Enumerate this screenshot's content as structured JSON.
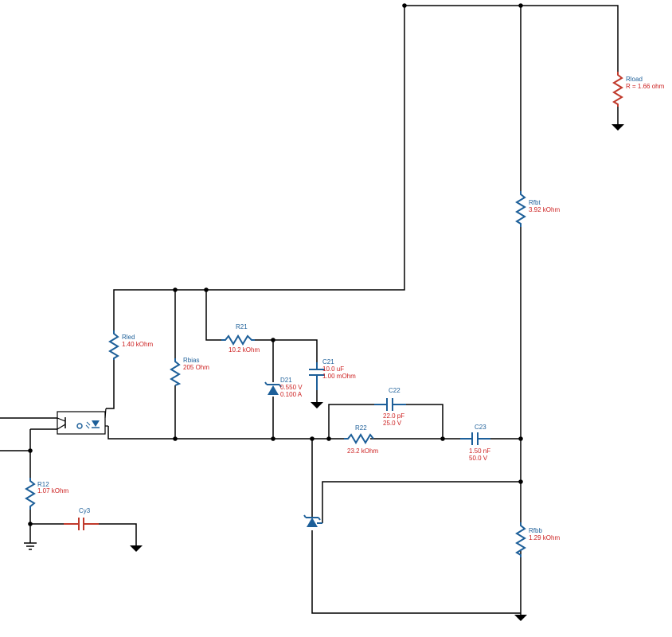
{
  "colors": {
    "wire": "#000000",
    "component": "#1d5f99",
    "highlight_component": "#c0392b",
    "value_text": "#cc1f1f"
  },
  "components": {
    "rload": {
      "name": "Rload",
      "value": "R = 1.66 ohm"
    },
    "rfbt": {
      "name": "Rfbt",
      "value": "3.92 kOhm"
    },
    "rfbb": {
      "name": "Rfbb",
      "value": "1.29 kOhm"
    },
    "rled": {
      "name": "Rled",
      "value": "1.40 kOhm"
    },
    "rbias": {
      "name": "Rbias",
      "value": "205 Ohm"
    },
    "r21": {
      "name": "R21",
      "value": "10.2 kOhm"
    },
    "d21": {
      "name": "D21",
      "value1": "0.550 V",
      "value2": "0.100 A"
    },
    "c21": {
      "name": "C21",
      "value1": "10.0 uF",
      "value2": "1.00 mOhm"
    },
    "c22": {
      "name": "C22",
      "value1": "22.0 pF",
      "value2": "25.0 V"
    },
    "r22": {
      "name": "R22",
      "value": "23.2 kOhm"
    },
    "c23": {
      "name": "C23",
      "value1": "1.50 nF",
      "value2": "50.0 V"
    },
    "r12": {
      "name": "R12",
      "value": "1.07 kOhm"
    },
    "cy3": {
      "name": "Cy3"
    }
  }
}
